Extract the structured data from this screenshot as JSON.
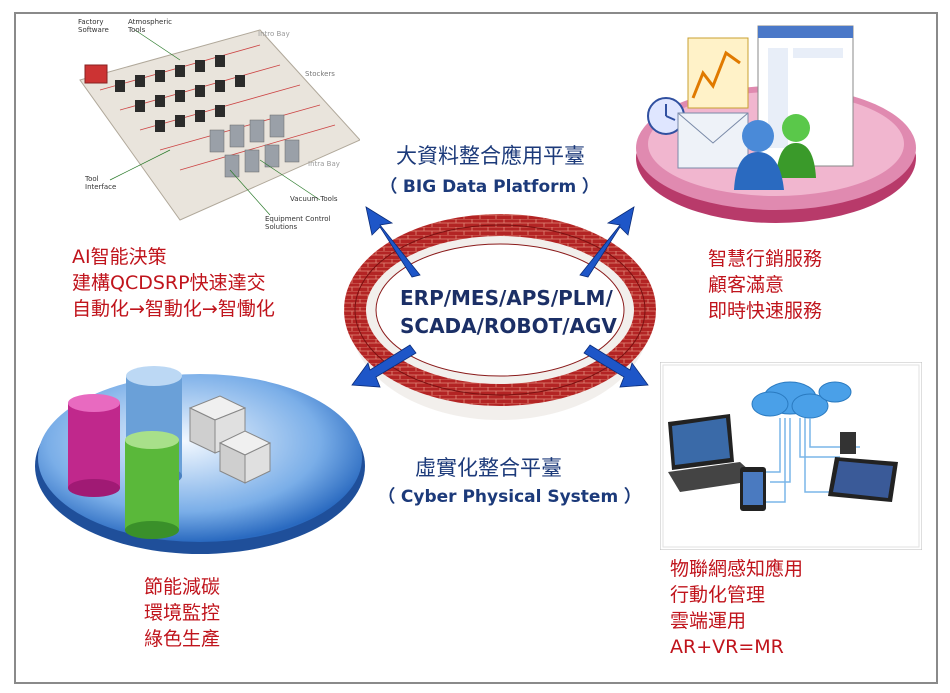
{
  "center": {
    "top_title": "大資料整合應用平臺",
    "top_subtitle": "（ BIG Data Platform ）",
    "ring_line1": "ERP/MES/APS/PLM/",
    "ring_line2": "SCADA/ROBOT/AGV",
    "bottom_title": "虛實化整合平臺",
    "bottom_subtitle": "（ Cyber Physical System ）"
  },
  "top_left": {
    "lines": [
      "AI智能決策",
      "建構QCDSRP快速達交",
      "自動化→智動化→智慟化"
    ],
    "factory_labels": [
      "Factory Software",
      "Atmospheric Tools",
      "Intro Bay",
      "Stockers",
      "Tool Interface",
      "Intra Bay",
      "Vacuum Tools",
      "Equipment Control Solutions"
    ]
  },
  "top_right": {
    "lines": [
      "智慧行銷服務",
      "顧客滿意",
      "即時快速服務"
    ]
  },
  "bottom_left": {
    "lines": [
      "節能減碳",
      "環境監控",
      "綠色生產"
    ]
  },
  "bottom_right": {
    "lines": [
      "物聯網感知應用",
      "行動化管理",
      "雲端運用",
      "AR+VR=MR"
    ]
  },
  "colors": {
    "accent_red": "#c0141c",
    "title_blue": "#1c3a7a",
    "ring_red": "#c62828",
    "arrow_blue": "#1e56c8"
  }
}
